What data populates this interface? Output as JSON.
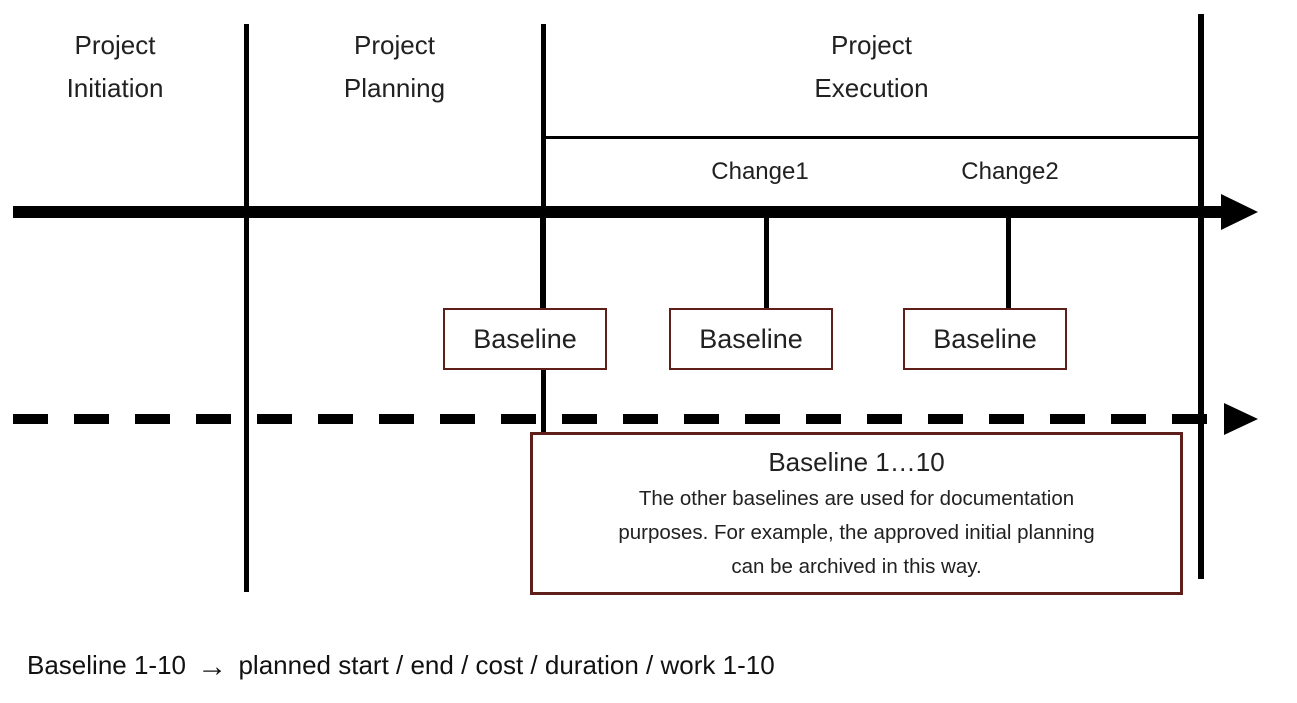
{
  "diagram": {
    "phases": [
      {
        "line1": "Project",
        "line2": "Initiation"
      },
      {
        "line1": "Project",
        "line2": "Planning"
      },
      {
        "line1": "Project",
        "line2": "Execution"
      }
    ],
    "changes": [
      "Change1",
      "Change2"
    ],
    "baseline_boxes": [
      "Baseline",
      "Baseline",
      "Baseline"
    ],
    "note": {
      "title": "Baseline 1…10",
      "body_lines": [
        "The other baselines are used for documentation",
        "purposes. For example, the approved initial planning",
        "can be archived in this way."
      ]
    },
    "caption": {
      "before_arrow": "Baseline 1-10",
      "arrow": "→",
      "after_arrow": "planned start / end / cost / duration / work 1-10"
    },
    "colors": {
      "line": "#000000",
      "box_border": "#5E1F1A",
      "text": "#212121"
    }
  }
}
